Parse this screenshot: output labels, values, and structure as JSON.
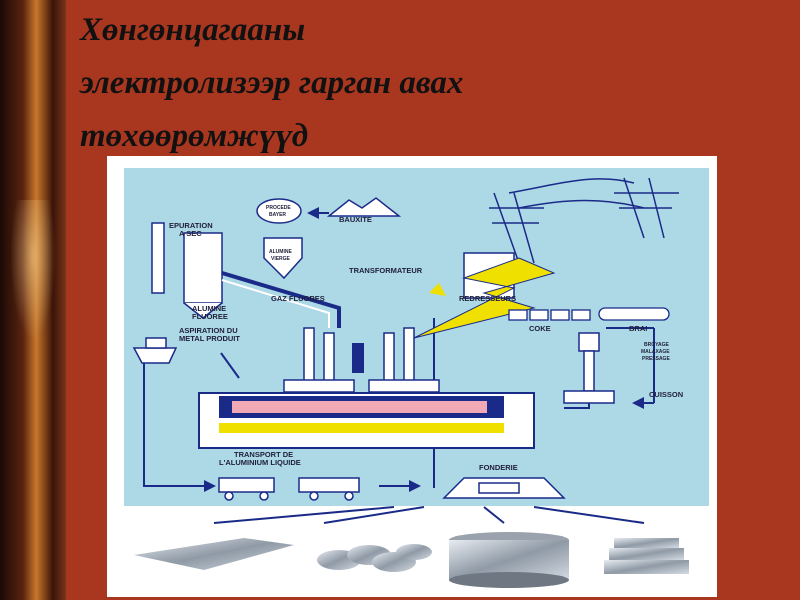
{
  "slide": {
    "title": "Хөнгөнцагааны\nэлектролизээр гарган авах\nтөхөөрөмжүүд"
  },
  "diagram": {
    "labels": {
      "bauxite": "BAUXITE",
      "procede_bayer_1": "PROCEDE",
      "procede_bayer_2": "BAYER",
      "alumine_vierge_1": "ALUMINE",
      "alumine_vierge_2": "VIERGE",
      "epuration_1": "EPURATION",
      "epuration_2": "A SEC",
      "transformateur": "TRANSFORMATEUR",
      "gaz_fluores": "GAZ FLUORES",
      "redresseurs": "REDRESSEURS",
      "alumine_fluoree_1": "ALUMINE",
      "alumine_fluoree_2": "FLUOREE",
      "aspiration_1": "ASPIRATION DU",
      "aspiration_2": "METAL PRODUIT",
      "coke": "COKE",
      "brai": "BRAI",
      "broyage": "BROYAGE",
      "malaxage": "MALAXAGE",
      "pressage": "PRESSAGE",
      "cuisson": "CUISSON",
      "transport_1": "TRANSPORT DE",
      "transport_2": "L'ALUMINIUM LIQUIDE",
      "fonderie": "FONDERIE"
    }
  },
  "products": [
    {
      "name": "aluminium-sheet"
    },
    {
      "name": "aluminium-billets"
    },
    {
      "name": "wire-coil"
    },
    {
      "name": "ingot-stack"
    }
  ],
  "colors": {
    "background": "#a9371f",
    "diagram_bg": "#add8e6",
    "electric": "#f0e000",
    "cell_dark": "#1a2a88",
    "cell_pink": "#f2a9b6"
  }
}
